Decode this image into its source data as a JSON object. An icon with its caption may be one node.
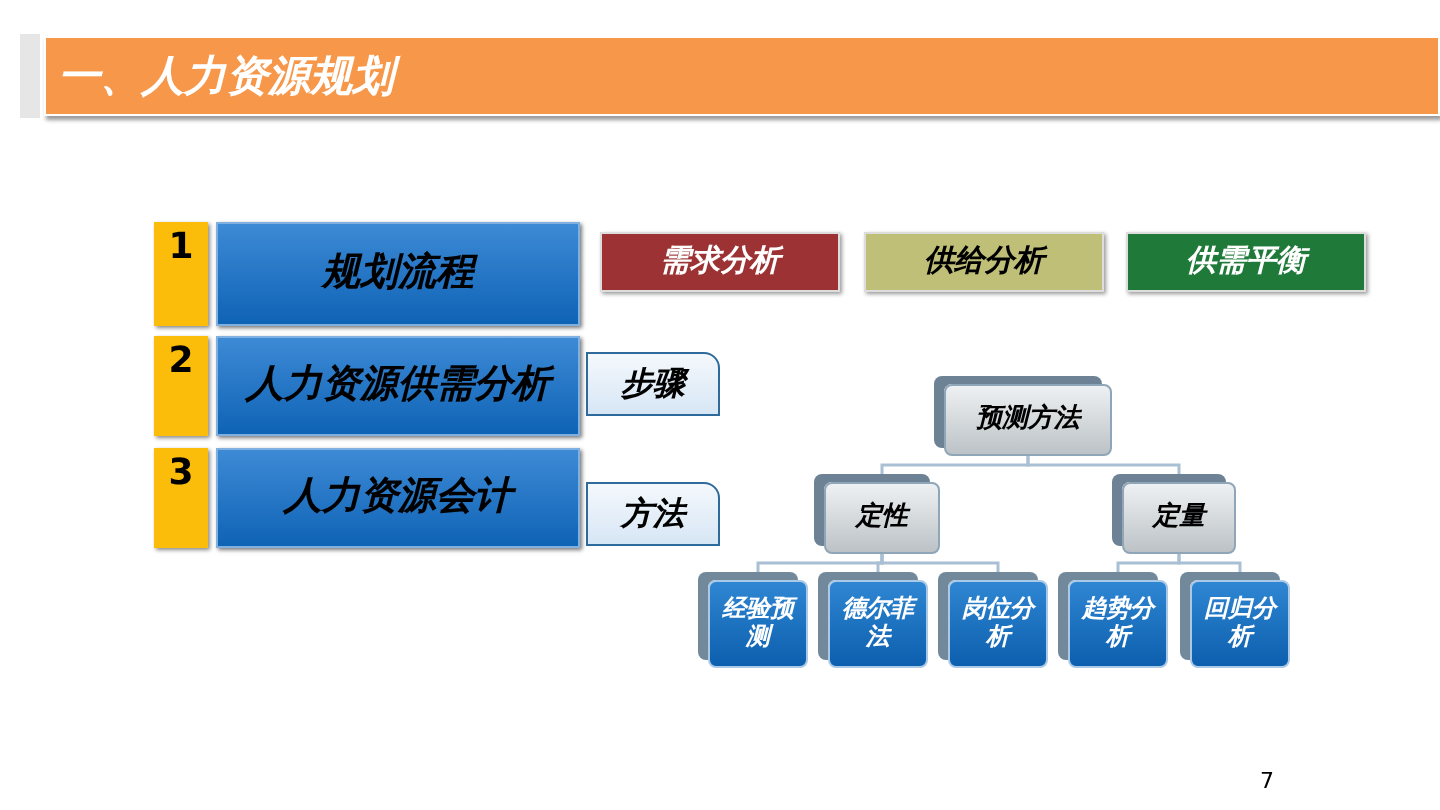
{
  "diagram": {
    "title": "一、人力资源规划",
    "nodes": [
      {
        "text": [
          "1"
        ]
      },
      {
        "text": [
          "规划流程"
        ]
      },
      {
        "text": [
          "2"
        ]
      },
      {
        "text": [
          "人力资源供需分析"
        ]
      },
      {
        "text": [
          "3"
        ]
      },
      {
        "text": [
          "人力资源会计"
        ]
      },
      {
        "text": [
          "需求分析"
        ]
      },
      {
        "text": [
          "供给分析"
        ]
      },
      {
        "text": [
          "供需平衡"
        ]
      },
      {
        "text": [
          "步骤"
        ]
      },
      {
        "text": [
          "方法"
        ]
      },
      {
        "text": [
          "预测方法"
        ]
      },
      {
        "text": [
          "定性"
        ]
      },
      {
        "text": [
          "定量"
        ]
      },
      {
        "text": [
          "经验预测"
        ]
      },
      {
        "text": [
          "德尔菲法"
        ]
      },
      {
        "text": [
          "岗位分析"
        ]
      },
      {
        "text": [
          "趋势分析"
        ]
      },
      {
        "text": [
          "回归分析"
        ]
      }
    ],
    "edges": [
      {
        "from": 11,
        "to": 12,
        "arrow": "none"
      },
      {
        "from": 11,
        "to": 13,
        "arrow": "none"
      },
      {
        "from": 12,
        "to": 14,
        "arrow": "none"
      },
      {
        "from": 12,
        "to": 15,
        "arrow": "none"
      },
      {
        "from": 12,
        "to": 16,
        "arrow": "none"
      },
      {
        "from": 13,
        "to": 17,
        "arrow": "none"
      },
      {
        "from": 13,
        "to": 18,
        "arrow": "none"
      }
    ],
    "labels": [
      "7"
    ]
  }
}
